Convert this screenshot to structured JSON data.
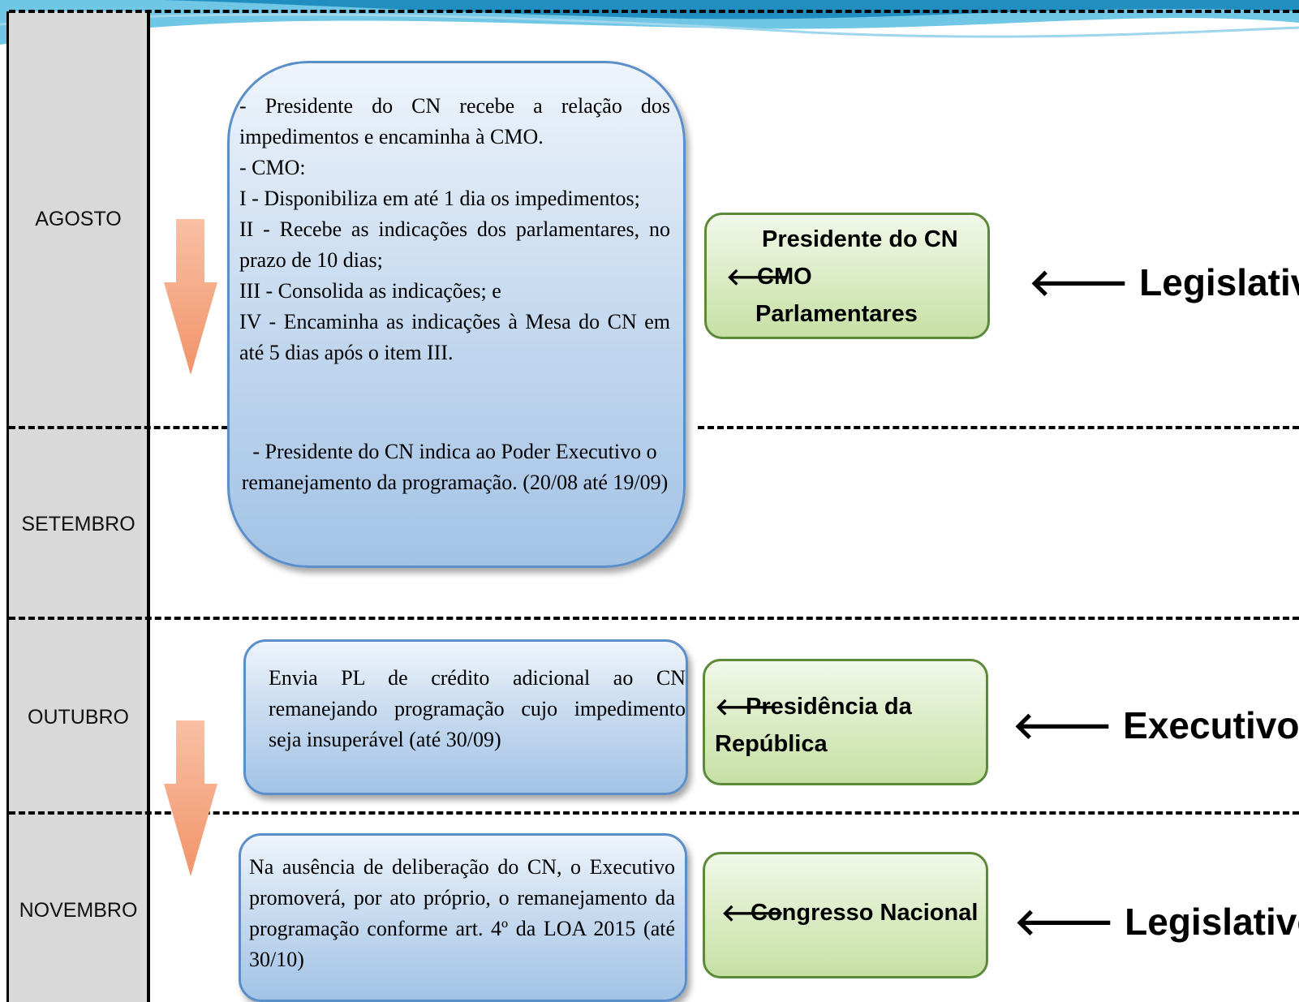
{
  "months": {
    "agosto": "AGOSTO",
    "setembro": "SETEMBRO",
    "outubro": "OUTUBRO",
    "novembro": "NOVEMBRO"
  },
  "box1": {
    "line1": "- Presidente do CN recebe a relação dos impedimentos e encaminha à CMO.",
    "line2": "- CMO:",
    "line3": "I - Disponibiliza em até 1 dia os impedimentos;",
    "line4": "II - Recebe as indicações dos parlamentares, no prazo de 10 dias;",
    "line5": "III - Consolida as indicações; e",
    "line6": "IV - Encaminha as indicações à Mesa do CN em até 5 dias após o item III.",
    "line7": "- Presidente do CN indica ao Poder Executivo o remanejamento da programação. (20/08 até 19/09)"
  },
  "box2": {
    "text": "Envia PL de crédito adicional ao CN remanejando programação cujo impedimento seja insuperável (até 30/09)"
  },
  "box3": {
    "text": "Na ausência de deliberação do CN, o Executivo promoverá, por ato próprio, o remanejamento da programação conforme art. 4º da LOA 2015 (até 30/10)"
  },
  "green1": {
    "line1": "Presidente do CN",
    "line2": "CMO",
    "line3": "Parlamentares"
  },
  "green2": {
    "line1": "Presidência da",
    "line2": "República"
  },
  "green3": {
    "line1": "Congresso Nacional"
  },
  "powers": {
    "p1": "Legislativo",
    "p2": "Executivo",
    "p3": "Legislativo"
  },
  "icons": {
    "arrow_left": "left-arrow-icon",
    "arrow_down": "down-arrow-icon"
  },
  "colors": {
    "blue_box": "#a3c3e6",
    "green_box": "#c6e0a4",
    "orange_arrow": "#f4a37a",
    "month_column": "#d9d9d9"
  }
}
